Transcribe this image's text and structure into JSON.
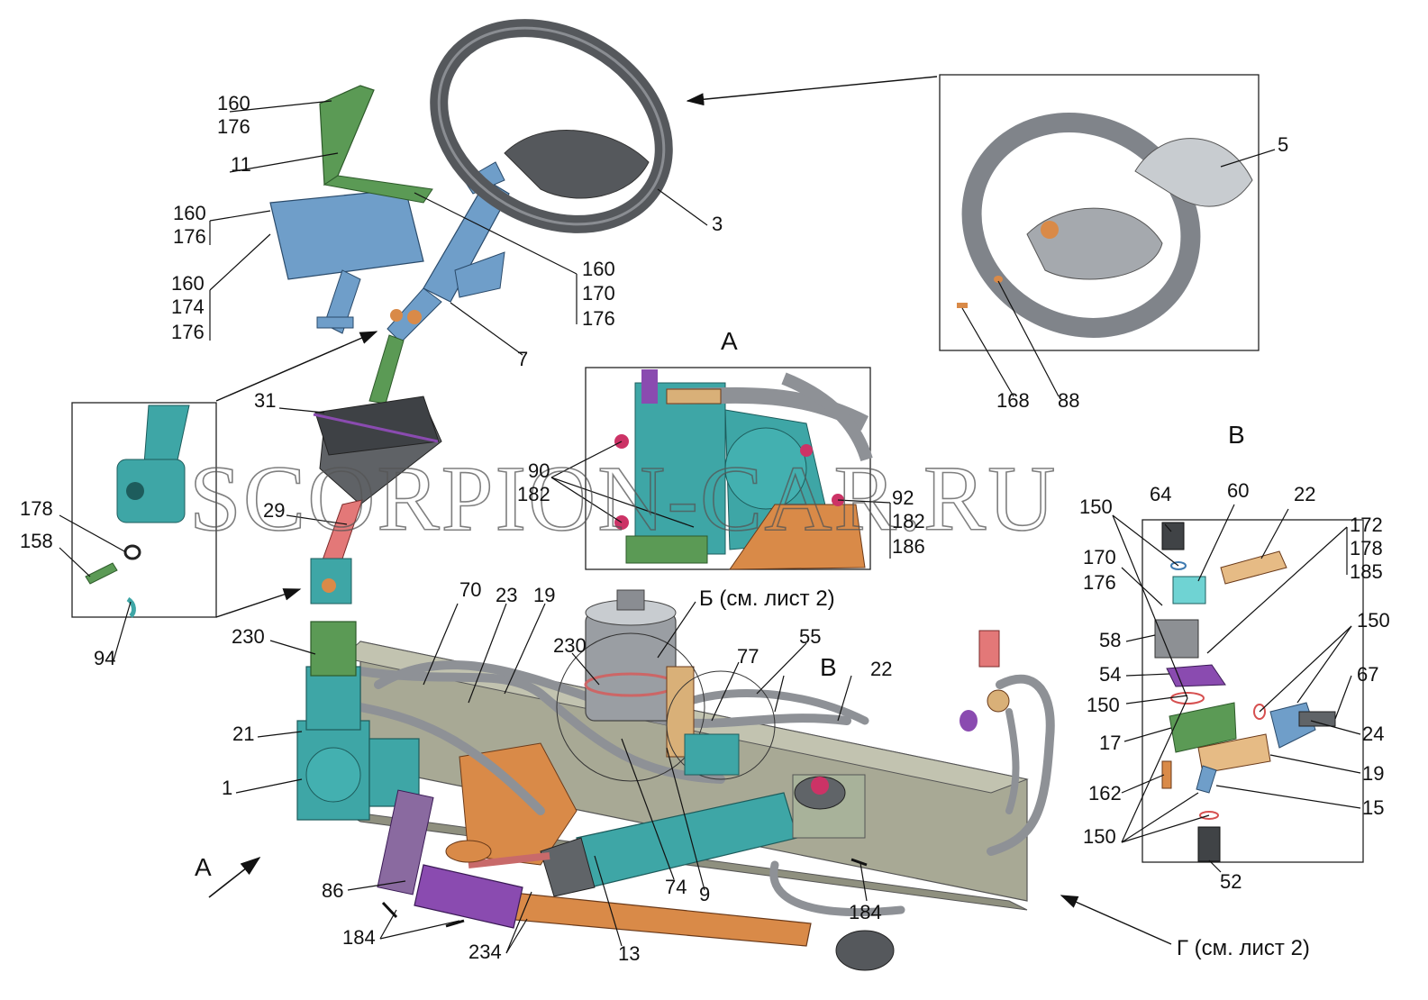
{
  "watermark": "SCORPION-CAR.RU",
  "views": {
    "a": "А",
    "v": "В",
    "v_main": "В",
    "b_note": "Б (см. лист 2)",
    "g_note": "Г (см. лист 2)",
    "a_arrow": "А"
  },
  "callouts": {
    "c160a": "160",
    "c176a": "176",
    "c11": "11",
    "c160b": "160",
    "c176b": "176",
    "c160c": "160",
    "c174": "174",
    "c176c": "176",
    "c3": "3",
    "c160d": "160",
    "c170a": "170",
    "c176d": "176",
    "c7": "7",
    "c5": "5",
    "c168": "168",
    "c88": "88",
    "c31": "31",
    "c178a": "178",
    "c158": "158",
    "c94": "94",
    "c29": "29",
    "c90": "90",
    "c182a": "182",
    "c92": "92",
    "c182b": "182",
    "c186": "186",
    "c64": "64",
    "c60": "60",
    "c22a": "22",
    "c150a": "150",
    "c172": "172",
    "c178b": "178",
    "c185": "185",
    "c170b": "170",
    "c176e": "176",
    "c58": "58",
    "c150b": "150",
    "c54": "54",
    "c67": "67",
    "c150c": "150",
    "c24": "24",
    "c17": "17",
    "c19b": "19",
    "c162": "162",
    "c15": "15",
    "c150d": "150",
    "c52": "52",
    "c70": "70",
    "c23": "23",
    "c19a": "19",
    "c230a": "230",
    "c230b": "230",
    "c55": "55",
    "c77": "77",
    "c22b": "22",
    "c21": "21",
    "c1": "1",
    "c86": "86",
    "c184a": "184",
    "c184b": "184",
    "c234": "234",
    "c13": "13",
    "c74": "74",
    "c9": "9"
  },
  "colors": {
    "steering": "#55585c",
    "column": "#6f9ec9",
    "bracket": "#5b9a55",
    "teal": "#3ea6a6",
    "frame_olive": "#a8a995",
    "orange": "#d98a48",
    "purple": "#8a4bb0",
    "hose": "#8e9196",
    "brass": "#d9b078"
  }
}
